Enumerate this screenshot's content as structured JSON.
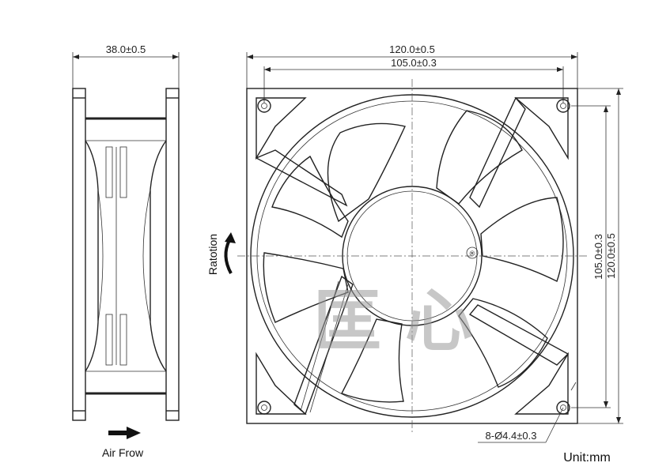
{
  "dimensions": {
    "side_width": "38.0±0.5",
    "front_width": "120.0±0.5",
    "front_hole_pitch_h": "105.0±0.3",
    "front_hole_pitch_v": "105.0±0.3",
    "front_height": "120.0±0.5",
    "hole_spec": "8-Ø4.4±0.3"
  },
  "labels": {
    "rotation": "Ratotion",
    "airflow": "Air Frow",
    "unit": "Unit:mm",
    "registered": "®"
  },
  "watermark": "匡 心"
}
